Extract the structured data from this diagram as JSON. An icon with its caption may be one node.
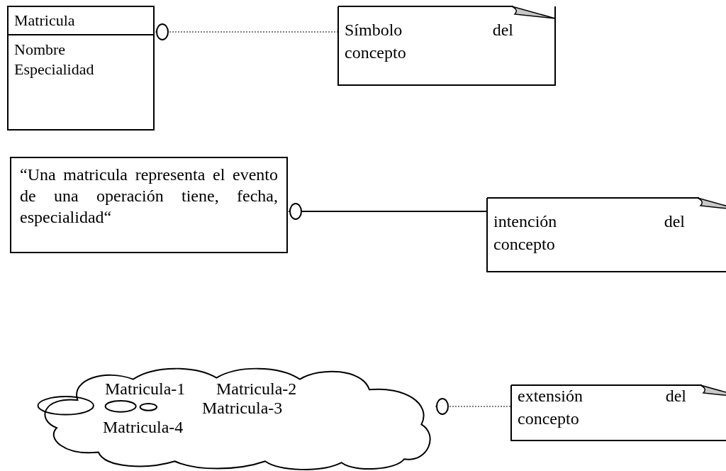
{
  "diagram": {
    "nodes": [
      {
        "text": [
          "Matricula",
          "Nombre Especialidad"
        ]
      },
      {
        "text": [
          "Símbolo del concepto"
        ]
      },
      {
        "text": [
          "“Una matricula representa el evento de una operación tiene, fecha, especialidad“"
        ]
      },
      {
        "text": [
          "intención del concepto"
        ]
      },
      {
        "text": [
          "Matricula-1",
          "Matricula-2",
          "Matricula-3",
          "Matricula-4"
        ]
      },
      {
        "text": [
          "extensión del concepto"
        ]
      }
    ],
    "edges": [
      {
        "from": 0,
        "to": 1,
        "arrow": "other",
        "style": "dashed"
      },
      {
        "from": 2,
        "to": 3,
        "arrow": "other"
      },
      {
        "from": 4,
        "to": 5,
        "arrow": "other",
        "style": "dashed"
      }
    ]
  }
}
